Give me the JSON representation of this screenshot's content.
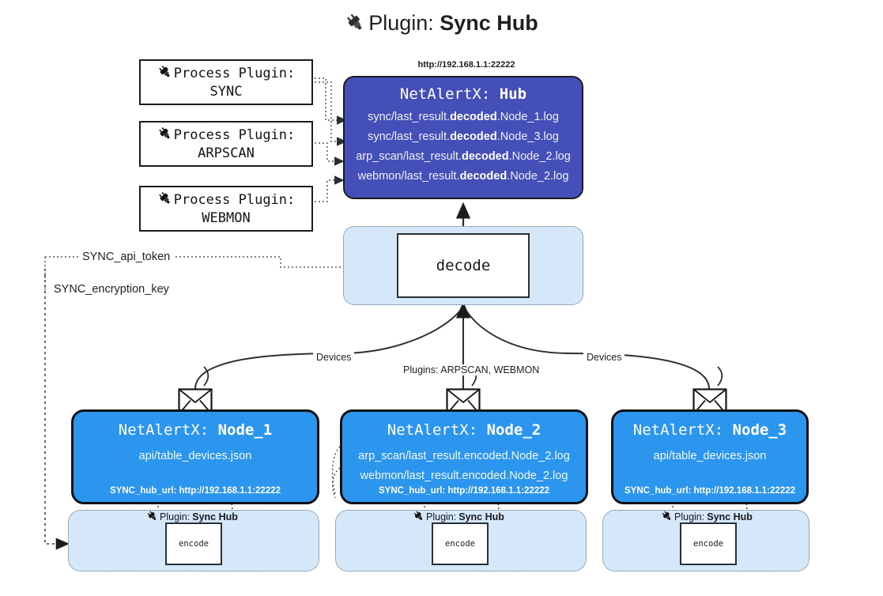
{
  "title": {
    "icon": "plug-icon",
    "prefix": "Plugin:",
    "name": "Sync Hub"
  },
  "colors": {
    "hub_fill": "#4450B8",
    "node_fill": "#2C96EF",
    "container_fill": "#D4E8FA",
    "stroke": "#1C1C1C",
    "background": "#FFFFFF"
  },
  "process_plugins": [
    {
      "icon": "plug-icon",
      "line1": "Process Plugin:",
      "line2": "SYNC"
    },
    {
      "icon": "plug-icon",
      "line1": "Process Plugin:",
      "line2": "ARPSCAN"
    },
    {
      "icon": "plug-icon",
      "line1": "Process Plugin:",
      "line2": "WEBMON"
    }
  ],
  "hub": {
    "url": "http://192.168.1.1:22222",
    "title_prefix": "NetAlertX:",
    "title_name": "Hub",
    "logs": [
      {
        "pre": "sync/last_result.",
        "mid": "decoded",
        "post": ".Node_1.log"
      },
      {
        "pre": "sync/last_result.",
        "mid": "decoded",
        "post": ".Node_3.log"
      },
      {
        "pre": "arp_scan/last_result.",
        "mid": "decoded",
        "post": ".Node_2.log"
      },
      {
        "pre": "webmon/last_result.",
        "mid": "decoded",
        "post": ".Node_2.log"
      }
    ]
  },
  "decode": {
    "label": "decode"
  },
  "keys": [
    {
      "label": "SYNC_api_token"
    },
    {
      "label": "SYNC_encryption_key"
    }
  ],
  "edge_labels": {
    "devices_left": "Devices",
    "devices_right": "Devices",
    "plugins_center": "Plugins: ARPSCAN, WEBMON"
  },
  "nodes": [
    {
      "icon": "envelope-icon",
      "title_prefix": "NetAlertX:",
      "title_name": "Node_1",
      "lines": [
        "api/table_devices.json"
      ],
      "footer": "SYNC_hub_url: http://192.168.1.1:22222"
    },
    {
      "icon": "envelope-icon",
      "title_prefix": "NetAlertX:",
      "title_name": "Node_2",
      "lines": [
        "arp_scan/last_result.encoded.Node_2.log",
        "webmon/last_result.encoded.Node_2.log"
      ],
      "footer": "SYNC_hub_url: http://192.168.1.1:22222"
    },
    {
      "icon": "envelope-icon",
      "title_prefix": "NetAlertX:",
      "title_name": "Node_3",
      "lines": [
        "api/table_devices.json"
      ],
      "footer": "SYNC_hub_url: http://192.168.1.1:22222"
    }
  ],
  "encoders": [
    {
      "icon": "plug-icon",
      "prefix": "Plugin:",
      "name": "Sync Hub",
      "box_label": "encode"
    },
    {
      "icon": "plug-icon",
      "prefix": "Plugin:",
      "name": "Sync Hub",
      "box_label": "encode"
    },
    {
      "icon": "plug-icon",
      "prefix": "Plugin:",
      "name": "Sync Hub",
      "box_label": "encode"
    }
  ]
}
